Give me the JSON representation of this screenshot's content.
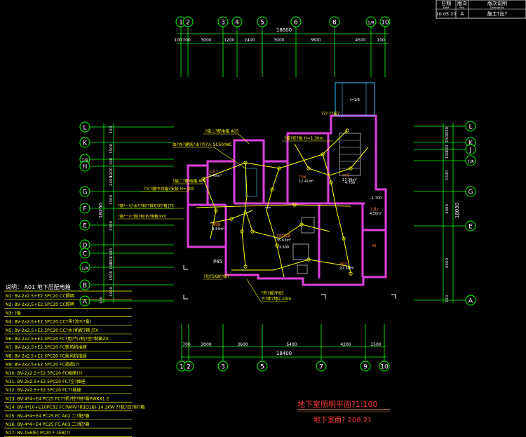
{
  "title_block": {
    "headers": [
      "日期",
      "版次",
      "版次说明"
    ],
    "subheaders": [
      "Date",
      "Rev.",
      "Description"
    ],
    "row": [
      "10.05.20",
      "A",
      "施工?出?"
    ]
  },
  "grid_axes": {
    "top": [
      "1",
      "2",
      "3",
      "4",
      "5",
      "6",
      "8",
      "1/8",
      "10"
    ],
    "bottom": [
      "1",
      "2",
      "3",
      "5",
      "7",
      "9",
      "10"
    ],
    "left": [
      "L",
      "K",
      "1/8",
      "H",
      "G",
      "F",
      "E",
      "D",
      "C",
      "1/A",
      "B",
      "A"
    ],
    "right": [
      "L",
      "K",
      "J",
      "1/8",
      "G",
      "E",
      "A"
    ]
  },
  "dimensions": {
    "top_total": "18600",
    "top_segments": [
      "100",
      "700",
      "3000",
      "1200",
      "2400",
      "3000",
      "3600",
      "4500",
      "100"
    ],
    "bottom_total": "18400",
    "bottom_segments": [
      "700",
      "3000",
      "3600",
      "5400",
      "4200",
      "1500"
    ],
    "left_total": "18250",
    "left_segments": [
      "150",
      "1500",
      "100",
      "1200",
      "2400",
      "1500",
      "3300",
      "1500",
      "150",
      "100",
      "1500",
      "1400",
      "100"
    ],
    "right_total": "18050",
    "right_segments": [
      "150",
      "1500",
      "200",
      "100",
      "1500",
      "3000",
      "5400",
      "150"
    ]
  },
  "annotations": {
    "ann_a03": "?接二?配电箱 A03",
    "ann_sc50": "由?外?建筑?出?引?入 SC50/WC",
    "ann_a02": "?接二?配电箱 A02",
    "ann_h300": "?火?器中间箱?安装 H=300",
    "ann_jtx": "?接?一?(?水?)?和??相关?的?箱 JTX",
    "ann_kpx": "?接?一?(?烟)?和?的?制箱 KPX",
    "ann_h130": "?接?控?板 H=1.30m",
    "ann_top_right": "??? ??接?",
    "ann_p65": "P65",
    "ann_p85": "?外?接?P85",
    "ann_h220": "下?距?地2.20m",
    "ann_1kw": "?功?1KW?接?",
    "ann_elev": "-1.700",
    "ann_elev2": "-3.600",
    "ann_elev3": "-4.700",
    "ann_stair": "i=1/8"
  },
  "rooms": {
    "r1": "工具?",
    "r1b": "5.46m²",
    "r2": "??间",
    "r2b": "12.41m²",
    "r3": "??间",
    "r3b": "17.39m²",
    "r4": "?机房",
    "r4b": "9.34m²",
    "r5": "?加?机房",
    "r5b": "35.63m²",
    "r6": "?动?",
    "r6b": "20.34m²",
    "r7": "工具?",
    "r7b": "4.50m²",
    "r8": "A3"
  },
  "legend": {
    "title": "说明：  A01 地下层配电箱",
    "rows": [
      "N1: BV-2x2.5+E2.5PC20 CC照明",
      "N2: BV-2x2.5+E2.5PC20 CC照明",
      "N3:                 ?备",
      "N4: BV-2x2.5+E2.5PC20 CC?用?流?(?备)",
      "N5: BV-2x2.5+E2.5PC20 CC?水?机配?箱 JTX",
      "N6: BV-2x2.5+E2.5PC20 FC?用?气?机?控?制箱ZX",
      "N7: BV-2x2.5+E2.5PC20 FC新风机插座",
      "N8: BV-2x2.5+E2.5PC20 FC新风机插座",
      "N9: BV-2x2.5+E2.5PC20 FC插座(?)",
      "N10: BV-2x2.5+E2.5PC20 FC插座(?)",
      "N11: BV-2x2.5+E2.5PC20 FC?空?插座",
      "N12: BV-2x2.5+E2.5PC20 FC??插座",
      "N13: BV-4*4+E4  PC25  FC??机?控?制?箱PWKX1  2",
      "N14: BV-4*10+E10PC32 FC?WRV?机(Q1B)-14.2KW ??机?控?制?箱",
      "N15: BV-4*4+E4  PC25  FC A02 二?配?箱",
      "N16: BV-4*4+E4  PC25  FC A03 二?配?箱",
      "N17: BV-1x6(E)    PC20 F LEB(?)"
    ]
  },
  "drawing_title": {
    "main": "地下室照明平面?1:100",
    "sub": "地下室面?  208.21"
  },
  "colors": {
    "background": "#000000",
    "grid_line": "#00ff00",
    "axis_bubble": "#ffffff",
    "wall": "#e040e0",
    "wiring": "#ffff00",
    "annotation": "#ffff00",
    "dimension_text": "#ffffff",
    "title_red": "#ff3b3b",
    "title_line": "#c08040"
  }
}
